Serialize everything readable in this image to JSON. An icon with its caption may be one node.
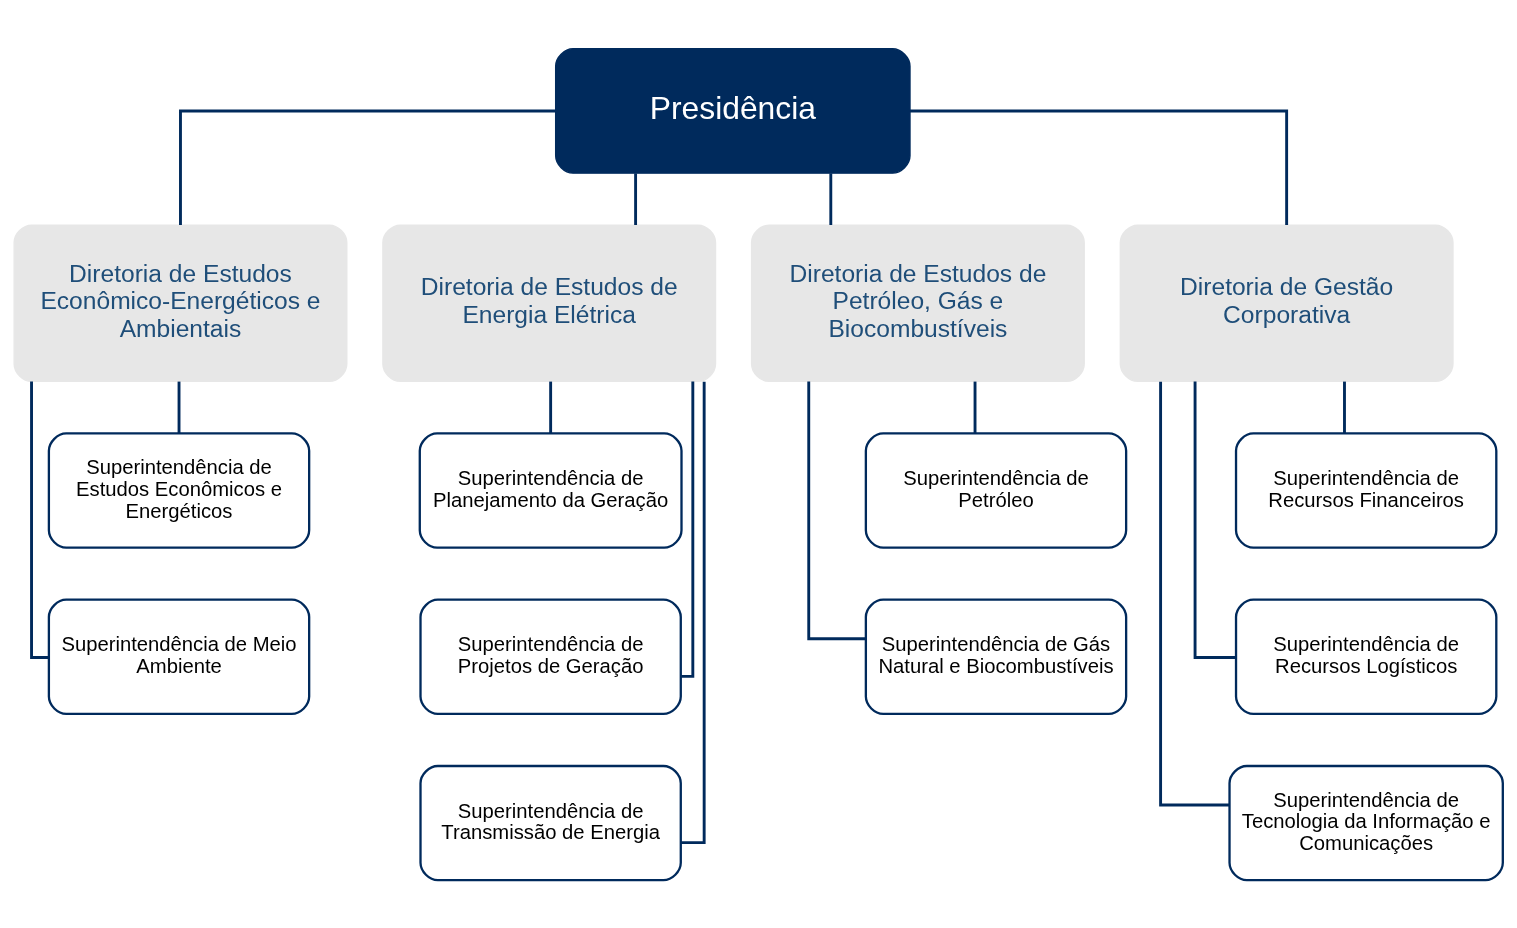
{
  "diagram": {
    "nodes": [
      {
        "text": [
          "Presidência"
        ]
      },
      {
        "text": [
          "Diretoria de Estudos Econômico-Energéticos e Ambientais"
        ]
      },
      {
        "text": [
          "Diretoria de Estudos de Energia Elétrica"
        ]
      },
      {
        "text": [
          "Diretoria de Estudos de Petróleo, Gás e Biocombustíveis"
        ]
      },
      {
        "text": [
          "Diretoria de Gestão Corporativa"
        ]
      },
      {
        "text": [
          "Superintendência de Estudos Econômicos e Energéticos"
        ]
      },
      {
        "text": [
          "Superintendência de Meio Ambiente"
        ]
      },
      {
        "text": [
          "Superintendência de Planejamento da Geração"
        ]
      },
      {
        "text": [
          "Superintendência de Projetos de Geração"
        ]
      },
      {
        "text": [
          "Superintendência de Transmissão de Energia"
        ]
      },
      {
        "text": [
          "Superintendência de Petróleo"
        ]
      },
      {
        "text": [
          "Superintendência de Gás Natural e Biocombustíveis"
        ]
      },
      {
        "text": [
          "Superintendência de Recursos Financeiros"
        ]
      },
      {
        "text": [
          "Superintendência de Recursos Logísticos"
        ]
      },
      {
        "text": [
          "Superintendência de Tecnologia da Informação e Comunicações"
        ]
      }
    ],
    "edges": [
      {
        "from": 0,
        "to": 1,
        "arrow": "none"
      },
      {
        "from": 0,
        "to": 2,
        "arrow": "none"
      },
      {
        "from": 0,
        "to": 3,
        "arrow": "none"
      },
      {
        "from": 0,
        "to": 4,
        "arrow": "none"
      },
      {
        "from": 1,
        "to": 5,
        "arrow": "none"
      },
      {
        "from": 1,
        "to": 6,
        "arrow": "none"
      },
      {
        "from": 2,
        "to": 7,
        "arrow": "none"
      },
      {
        "from": 2,
        "to": 8,
        "arrow": "none"
      },
      {
        "from": 2,
        "to": 9,
        "arrow": "none"
      },
      {
        "from": 3,
        "to": 10,
        "arrow": "none"
      },
      {
        "from": 3,
        "to": 11,
        "arrow": "none"
      },
      {
        "from": 4,
        "to": 12,
        "arrow": "none"
      },
      {
        "from": 4,
        "to": 13,
        "arrow": "none"
      },
      {
        "from": 4,
        "to": 14,
        "arrow": "none"
      }
    ]
  }
}
